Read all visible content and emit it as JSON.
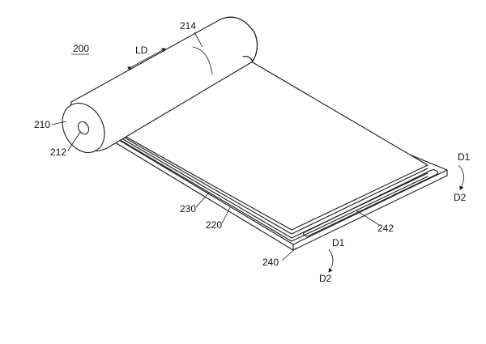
{
  "figure": {
    "title_ref": "200",
    "direction_label": "LD",
    "refs": {
      "roller": "210",
      "roller_hole": "212",
      "roller_slot": "214",
      "upper_layer_edge": "230",
      "lower_layer_edge": "220",
      "base_plate": "240",
      "plate_slot": "242"
    },
    "bend_arrows": {
      "right": {
        "from": "D1",
        "to": "D2"
      },
      "bottom": {
        "from": "D1",
        "to": "D2"
      }
    }
  }
}
